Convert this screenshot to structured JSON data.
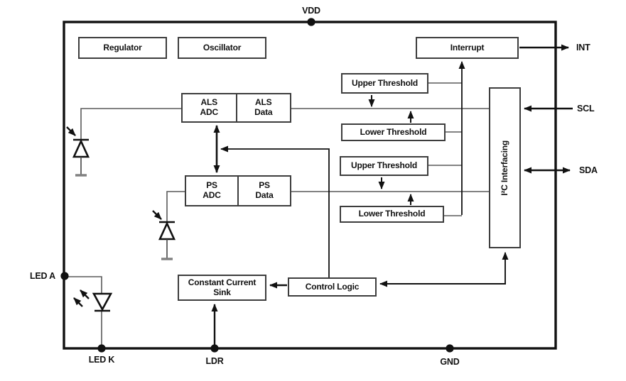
{
  "pins": {
    "vdd": "VDD",
    "int": "INT",
    "scl": "SCL",
    "sda": "SDA",
    "led_a": "LED A",
    "led_k": "LED K",
    "ldr": "LDR",
    "gnd": "GND"
  },
  "blocks": {
    "regulator": "Regulator",
    "oscillator": "Oscillator",
    "interrupt": "Interrupt",
    "als_adc_line1": "ALS",
    "als_adc_line2": "ADC",
    "als_data_line1": "ALS",
    "als_data_line2": "Data",
    "ps_adc_line1": "PS",
    "ps_adc_line2": "ADC",
    "ps_data_line1": "PS",
    "ps_data_line2": "Data",
    "upper_threshold_als": "Upper Threshold",
    "lower_threshold_als": "Lower Threshold",
    "upper_threshold_ps": "Upper Threshold",
    "lower_threshold_ps": "Lower Threshold",
    "i2c_interfacing": "I²C Interfacing",
    "constant_current_sink_line1": "Constant Current",
    "constant_current_sink_line2": "Sink",
    "control_logic": "Control Logic"
  },
  "colors": {
    "background": "#ffffff",
    "border": "#111111",
    "box_border": "#3d3d3d",
    "thin_wire": "#5a5a5a",
    "arrow": "#111111",
    "terminal_gray": "#808080",
    "text": "#111111"
  }
}
